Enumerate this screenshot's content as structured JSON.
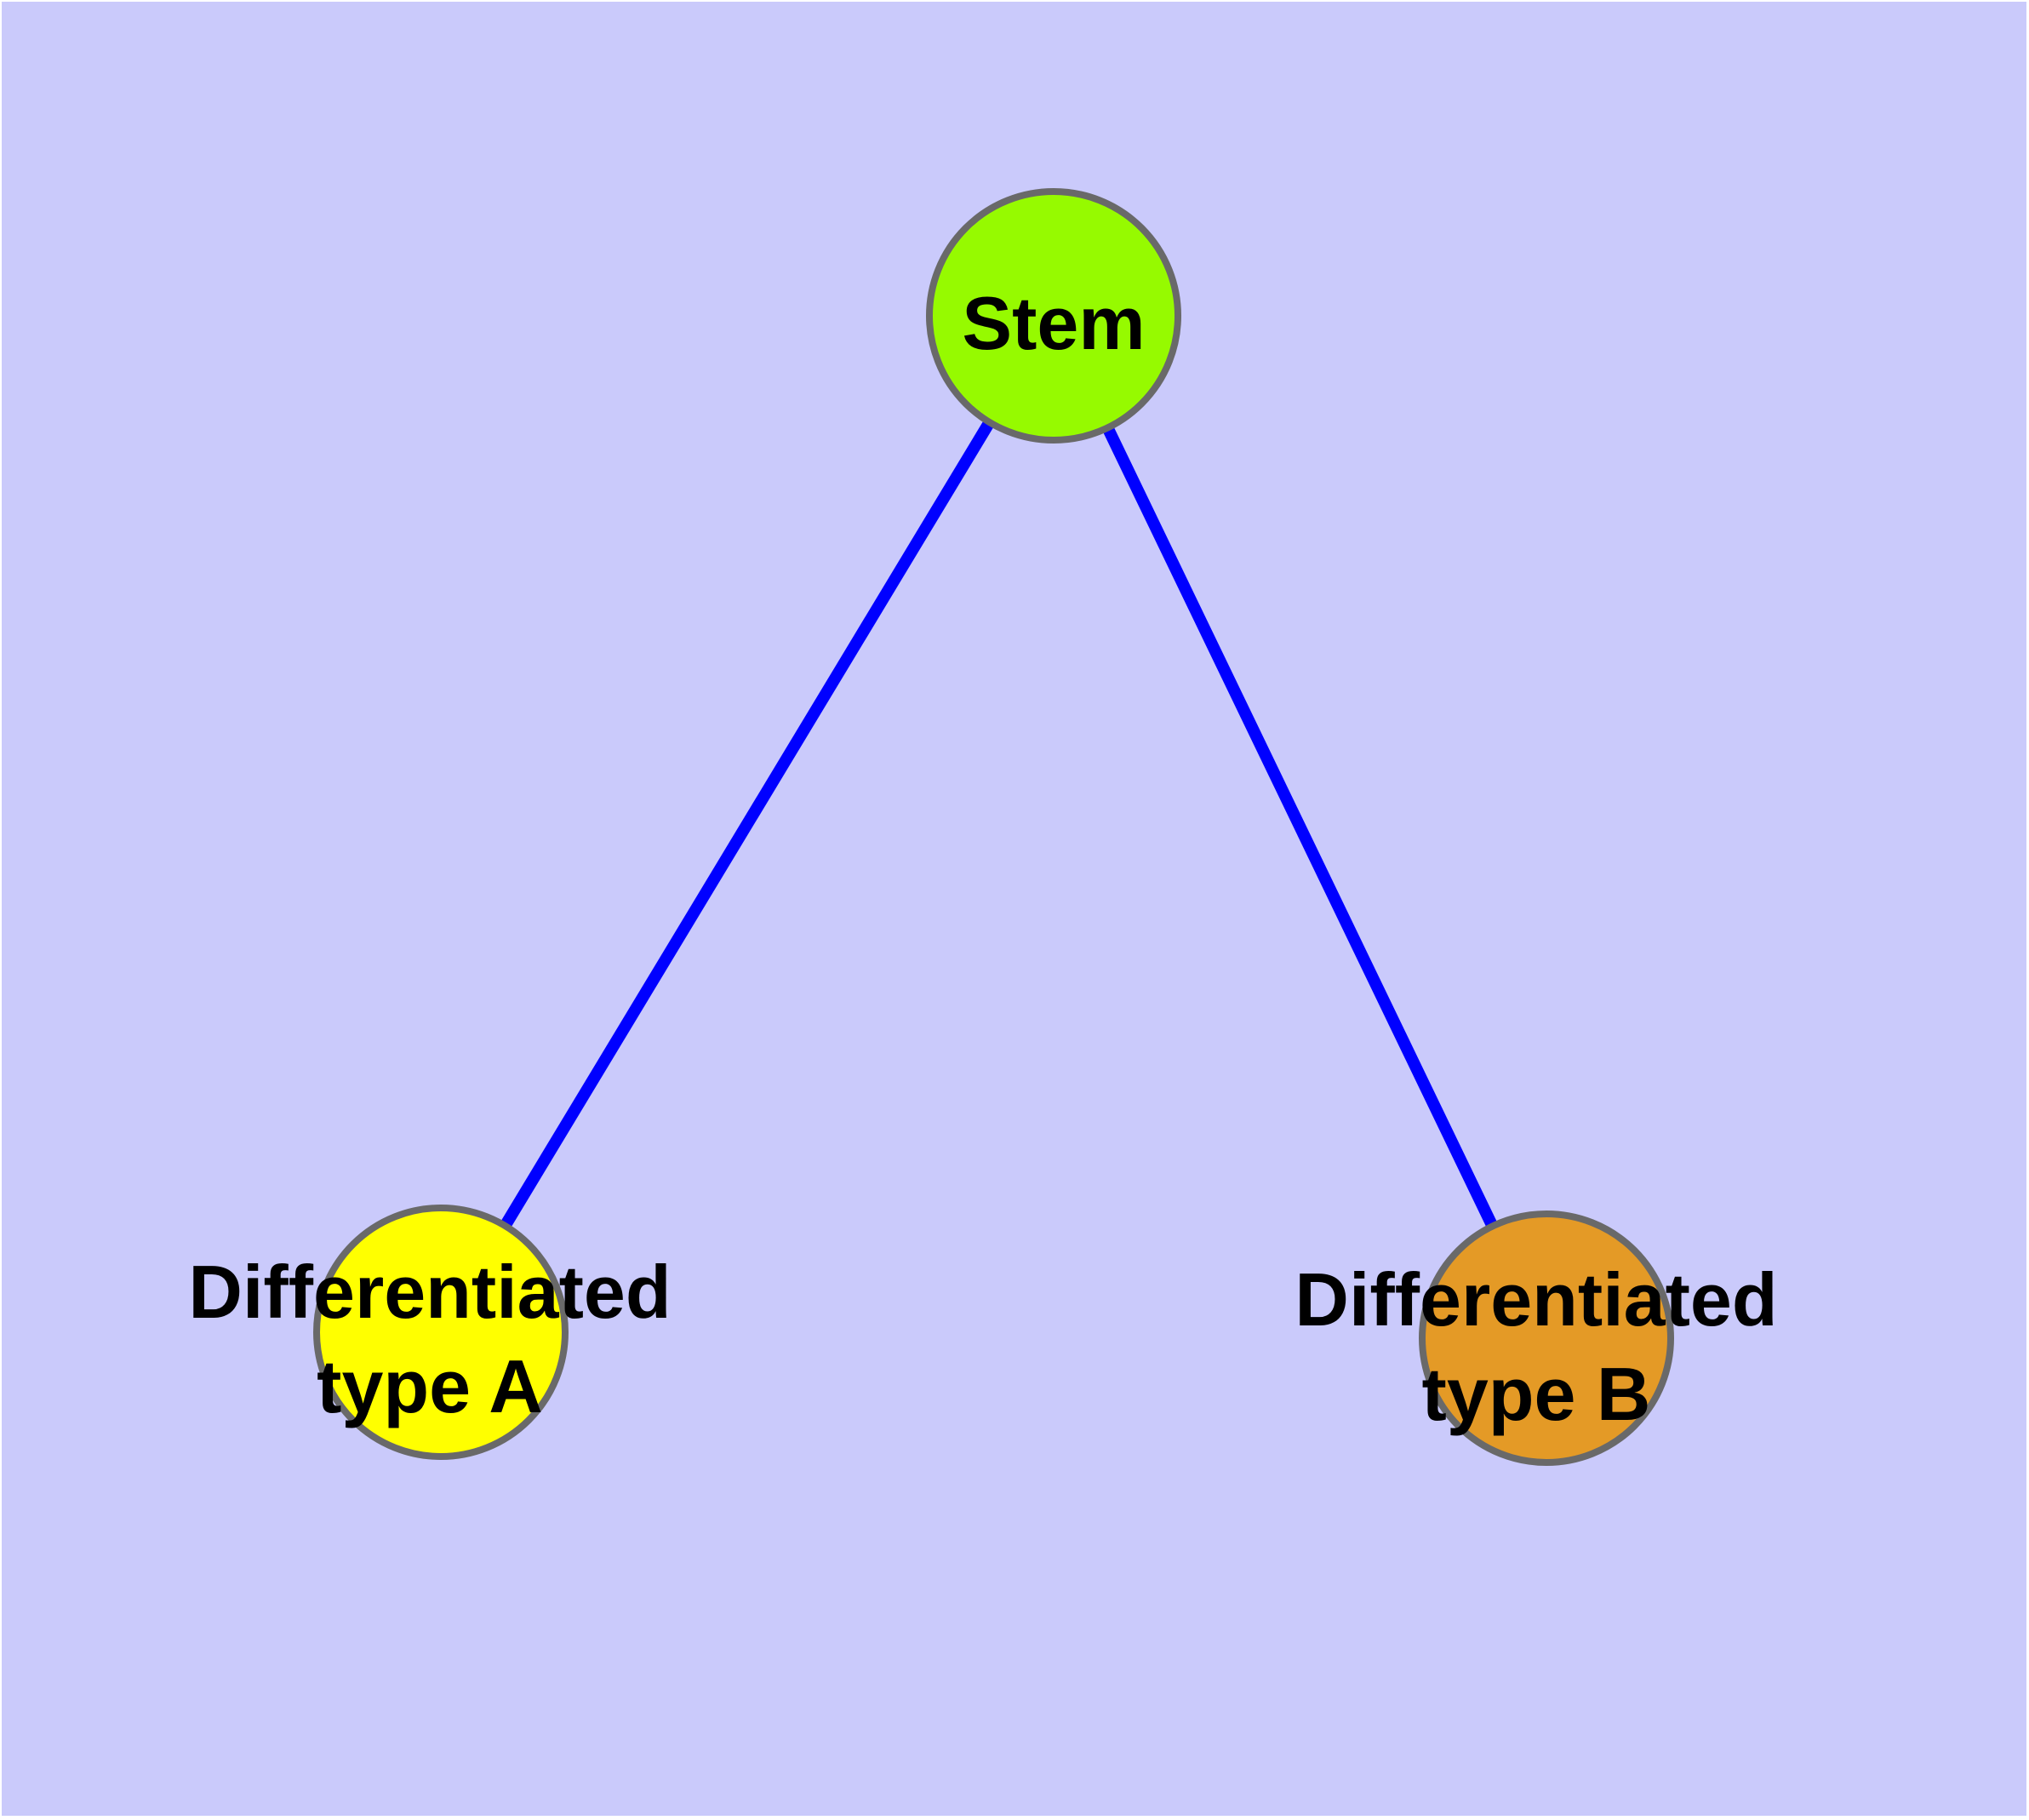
{
  "diagram": {
    "background_color": "#CACAFB",
    "page_margin_color": "#FFFFFF",
    "edge_color": "#0000FF",
    "node_border_color": "#696969",
    "label_color": "#000000",
    "nodes": {
      "stem": {
        "label": "Stem",
        "fill": "#96FA00"
      },
      "type_a": {
        "label_line1": "Differentiated",
        "label_line2": "type A",
        "fill": "#FFFF00"
      },
      "type_b": {
        "label_line1": "Differentiated",
        "label_line2": "type B",
        "fill": "#E49A26"
      }
    },
    "edges": [
      {
        "from": "stem",
        "to": "type_a"
      },
      {
        "from": "stem",
        "to": "type_b"
      }
    ]
  }
}
